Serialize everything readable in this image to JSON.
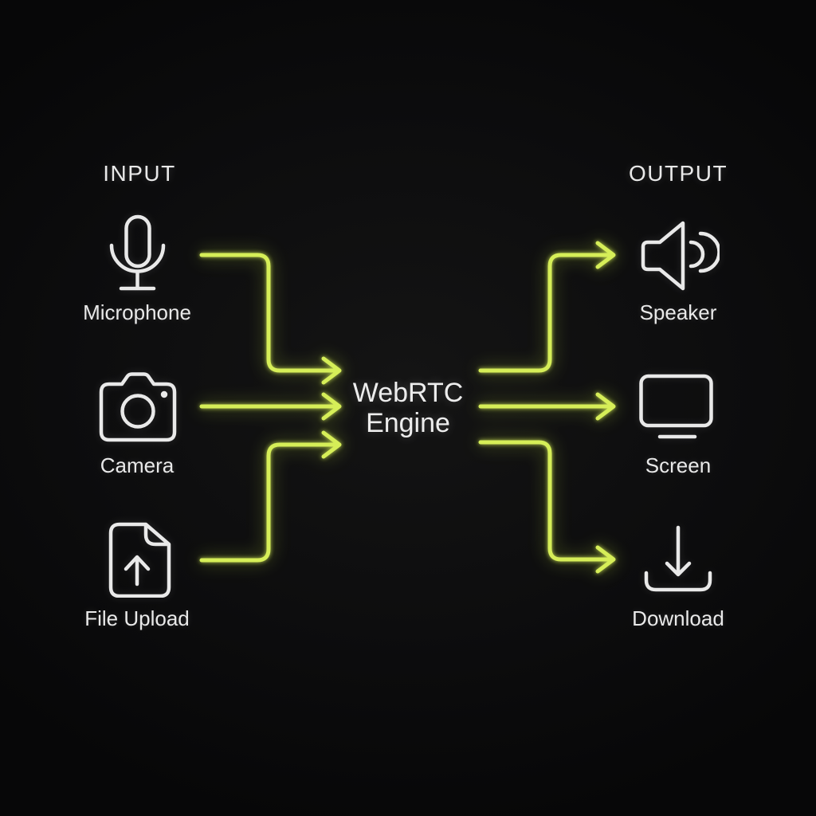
{
  "diagram": {
    "title_lines": {
      "line1": "WebRTC",
      "line2": "Engine"
    },
    "input_header": "INPUT",
    "output_header": "OUTPUT",
    "colors": {
      "accent": "#d6ee58",
      "foreground": "#e9e9e9",
      "background": "#0d0d0e"
    },
    "inputs": [
      {
        "label": "Microphone",
        "icon": "microphone-icon"
      },
      {
        "label": "Camera",
        "icon": "camera-icon"
      },
      {
        "label": "File Upload",
        "icon": "file-upload-icon"
      }
    ],
    "outputs": [
      {
        "label": "Speaker",
        "icon": "speaker-icon"
      },
      {
        "label": "Screen",
        "icon": "screen-icon"
      },
      {
        "label": "Download",
        "icon": "download-icon"
      }
    ],
    "connections": [
      {
        "from": "Microphone",
        "to": "WebRTC Engine"
      },
      {
        "from": "Camera",
        "to": "WebRTC Engine"
      },
      {
        "from": "File Upload",
        "to": "WebRTC Engine"
      },
      {
        "from": "WebRTC Engine",
        "to": "Speaker"
      },
      {
        "from": "WebRTC Engine",
        "to": "Screen"
      },
      {
        "from": "WebRTC Engine",
        "to": "Download"
      }
    ]
  }
}
